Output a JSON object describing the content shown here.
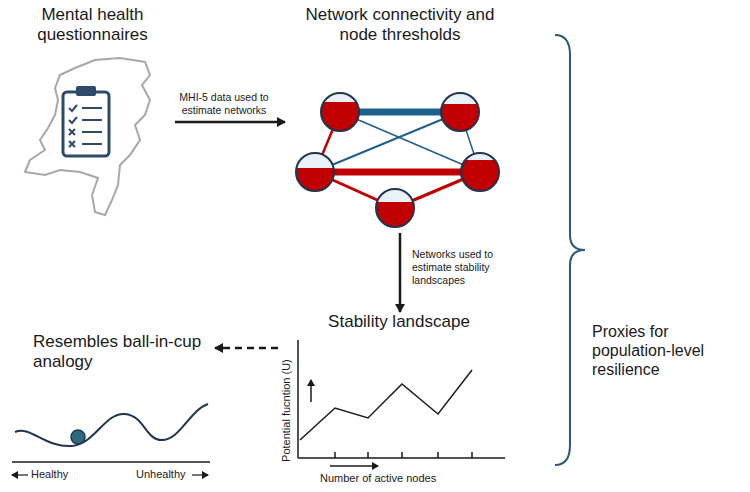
{
  "diagram": {
    "nodes": [
      {
        "text": [
          "Mental health questionnaires"
        ]
      },
      {
        "text": [
          "Network connectivity and node thresholds"
        ]
      },
      {
        "text": [
          "Stability landscape"
        ]
      },
      {
        "text": [
          "Resembles ball-in-cup analogy"
        ]
      }
    ],
    "edges": [
      {
        "from": 0,
        "to": 1,
        "arrow": "to",
        "label": "MHI-5 data used to estimate networks"
      },
      {
        "from": 1,
        "to": 2,
        "arrow": "to",
        "label": "Networks used to estimate stability landscapes"
      },
      {
        "from": 2,
        "to": 3,
        "arrow": "to"
      }
    ],
    "labels": [
      "Potential fucntion (U)",
      "Number of active nodes",
      "Healthy",
      "Unhealthy",
      "Proxies for population-level resilience"
    ]
  }
}
